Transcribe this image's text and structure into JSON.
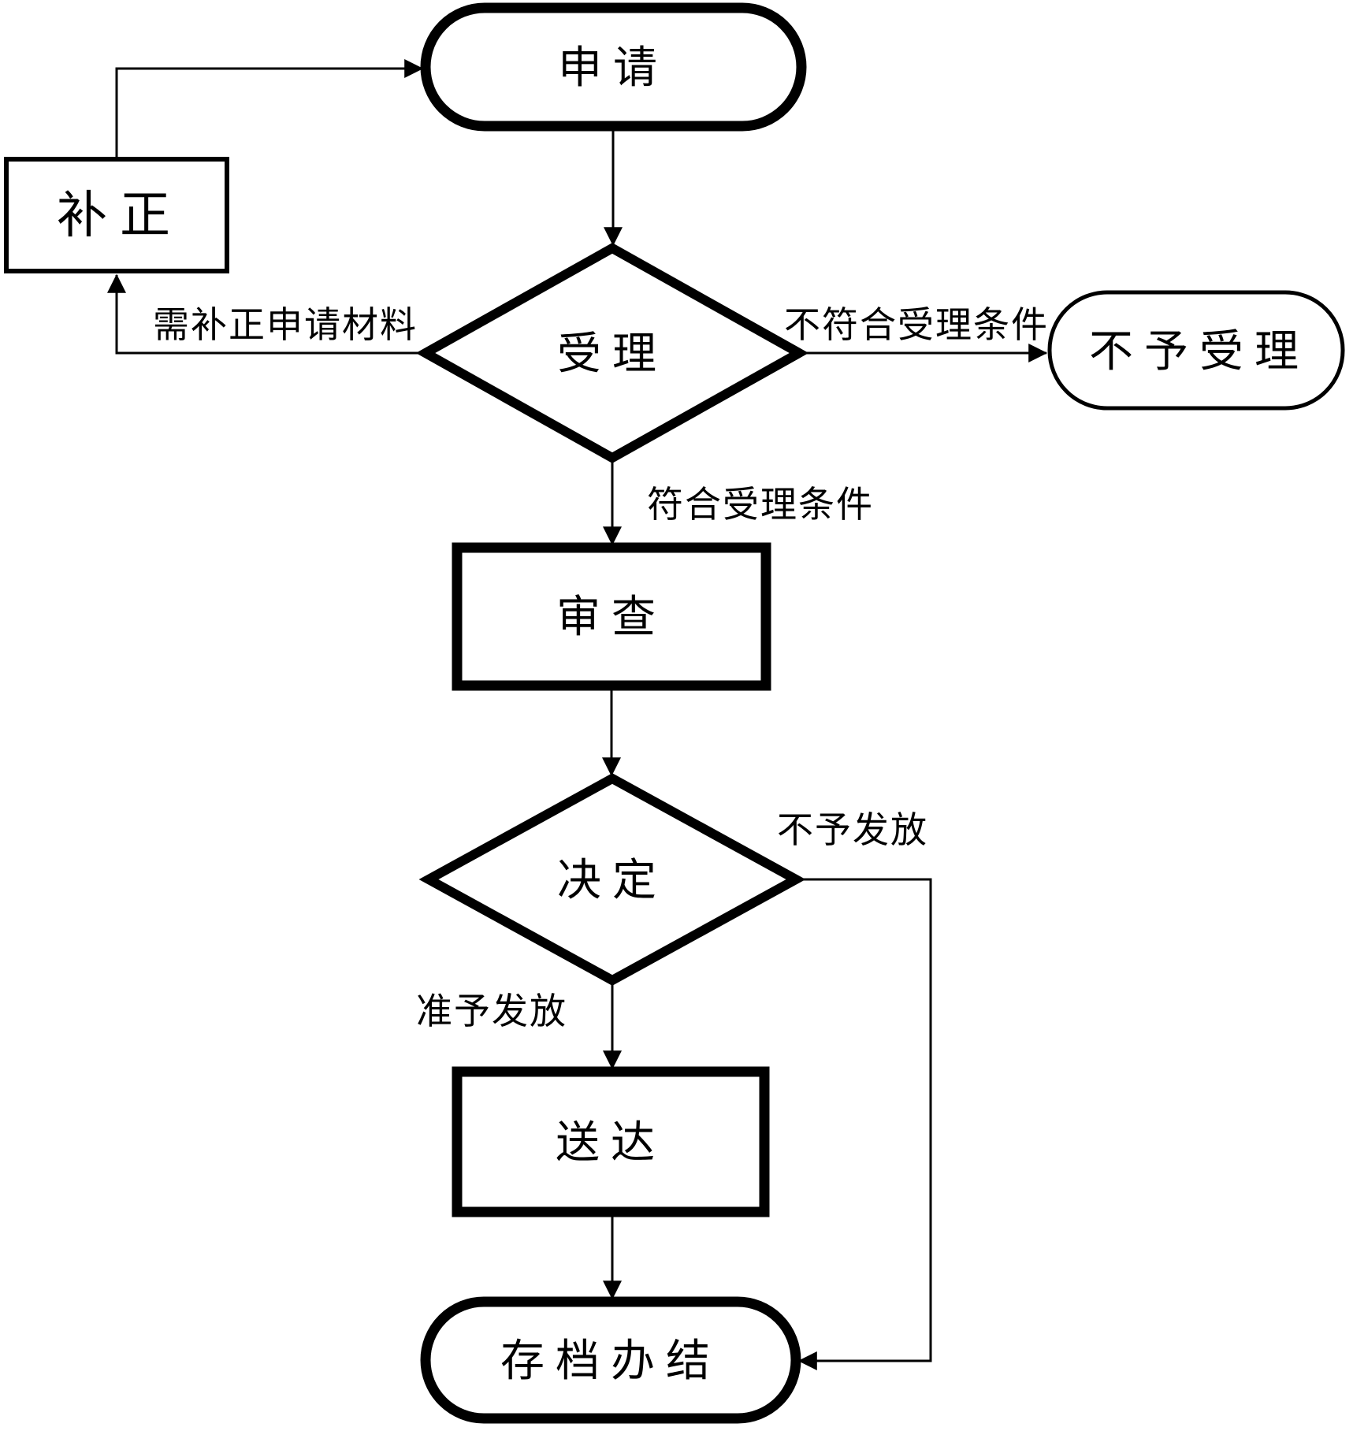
{
  "diagram": {
    "type": "flowchart",
    "language": "zh-CN",
    "background": "#ffffff",
    "line_color": "#000000",
    "text_color": "#000000"
  },
  "nodes": {
    "start": {
      "label": "申请",
      "shape": "stadium"
    },
    "supplement": {
      "label": "补正",
      "shape": "rectangle"
    },
    "accept_check": {
      "label": "受理",
      "shape": "diamond"
    },
    "not_accepted": {
      "label": "不予受理",
      "shape": "stadium"
    },
    "review": {
      "label": "审查",
      "shape": "rectangle"
    },
    "decision": {
      "label": "决定",
      "shape": "diamond"
    },
    "delivery": {
      "label": "送达",
      "shape": "rectangle"
    },
    "archive": {
      "label": "存档办结",
      "shape": "stadium"
    }
  },
  "edges": [
    {
      "from": "start",
      "to": "accept_check",
      "label": ""
    },
    {
      "from": "accept_check",
      "to": "supplement",
      "label": "需补正申请材料"
    },
    {
      "from": "supplement",
      "to": "start",
      "label": ""
    },
    {
      "from": "accept_check",
      "to": "not_accepted",
      "label": "不符合受理条件"
    },
    {
      "from": "accept_check",
      "to": "review",
      "label": "符合受理条件"
    },
    {
      "from": "review",
      "to": "decision",
      "label": ""
    },
    {
      "from": "decision",
      "to": "delivery",
      "label": "准予发放"
    },
    {
      "from": "decision",
      "to": "archive",
      "label": "不予发放"
    },
    {
      "from": "delivery",
      "to": "archive",
      "label": ""
    }
  ]
}
